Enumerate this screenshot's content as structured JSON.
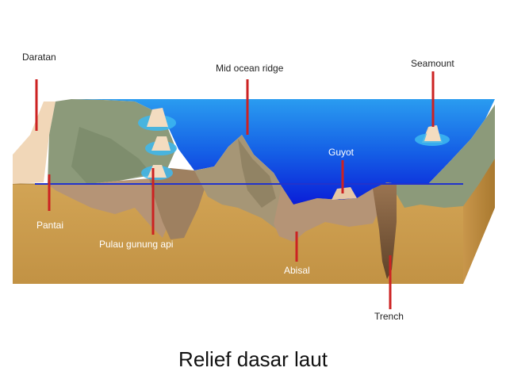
{
  "caption": "Relief dasar laut",
  "labels": {
    "daratan": "Daratan",
    "mid_ocean_ridge": "Mid ocean ridge",
    "seamount": "Seamount",
    "guyot": "Guyot",
    "pantai": "Pantai",
    "pulau_gunung_api": "Pulau gunung api",
    "abisal": "Abisal",
    "trench": "Trench"
  },
  "colors": {
    "ocean_top": "#1f8fe8",
    "ocean_bottom": "#0a22d8",
    "seafloor": "#c99a4e",
    "block_side": "#b78838",
    "land_green": "#8c9a7a",
    "ridge_brown": "#b59476",
    "beige": "#f1d7b8",
    "pointer": "#cc2222",
    "sea_level_line": "#2233cc"
  }
}
